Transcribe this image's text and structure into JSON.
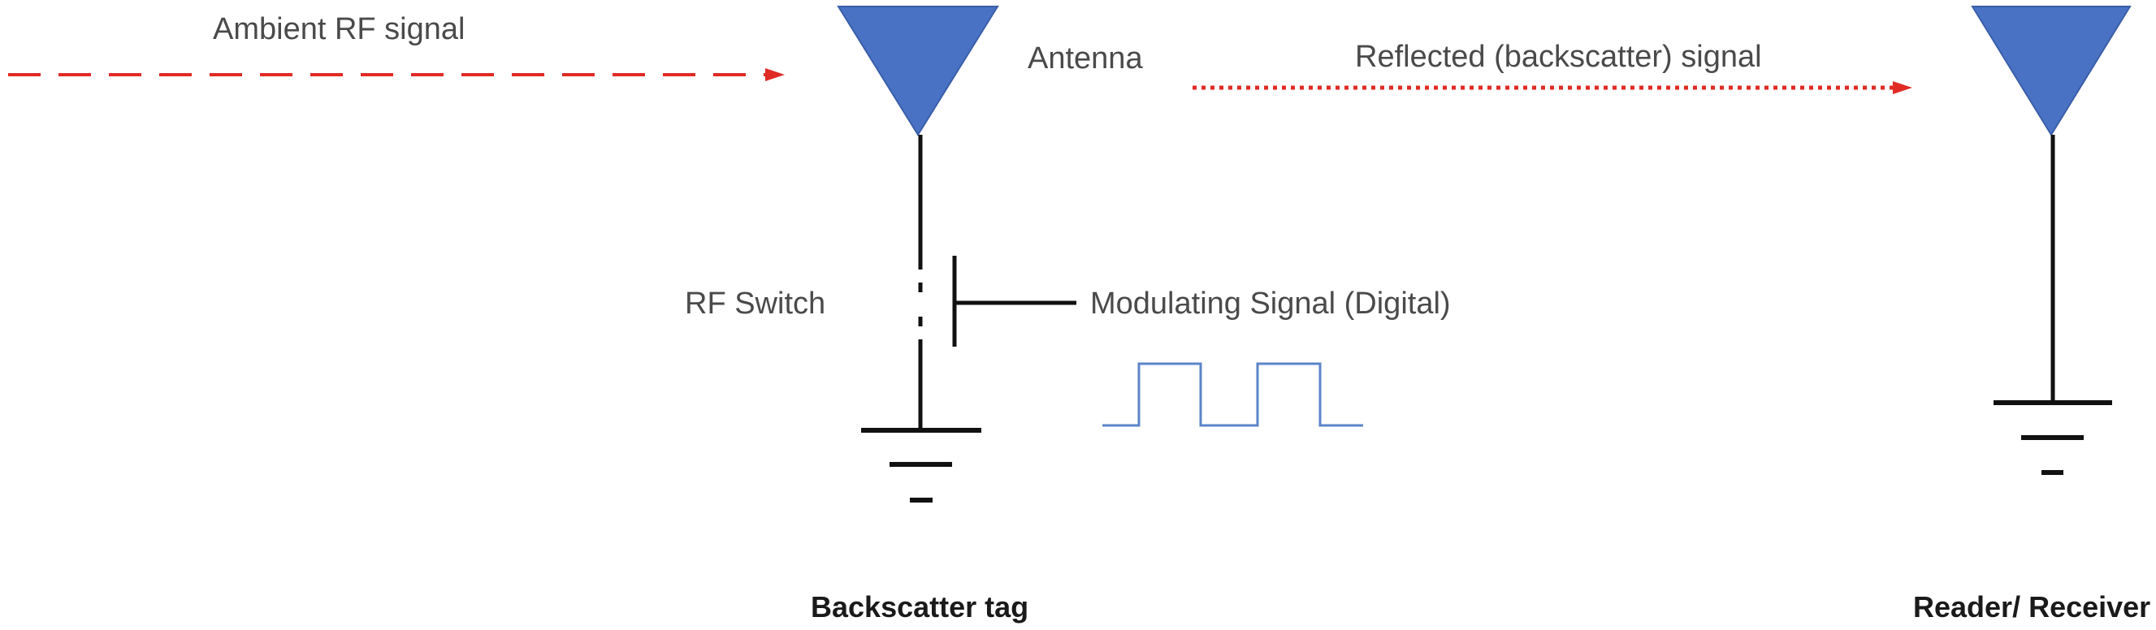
{
  "labels": {
    "ambient_signal": "Ambient RF signal",
    "antenna": "Antenna",
    "reflected_signal": "Reflected (backscatter) signal",
    "rf_switch": "RF Switch",
    "modulating_signal": "Modulating Signal (Digital)",
    "backscatter_tag": "Backscatter tag",
    "reader_receiver": "Reader/ Receiver"
  },
  "colors": {
    "antenna_fill": "#4a72c4",
    "antenna_stroke": "#3a5ea8",
    "signal_arrow": "#e02b25",
    "wire": "#111111",
    "waveform": "#5b85c9"
  }
}
